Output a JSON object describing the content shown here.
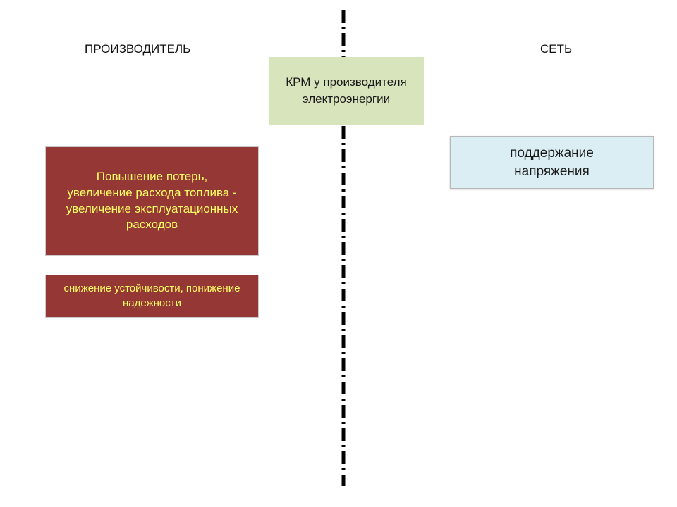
{
  "headings": {
    "left": "ПРОИЗВОДИТЕЛЬ",
    "right": "СЕТЬ"
  },
  "center_box": {
    "text": "КРМ у производителя электроэнергии",
    "color": "#d8e4bc"
  },
  "producer_boxes": [
    {
      "text": "Повышение потерь, увеличение расхода топлива - увеличение эксплуатационных расходов",
      "color": "#953735",
      "text_color": "#ffff66"
    },
    {
      "text": "снижение устойчивости, понижение надежности",
      "color": "#953735",
      "text_color": "#ffff66"
    }
  ],
  "grid_boxes": [
    {
      "text": "поддержание напряжения",
      "color": "#dbeef4"
    }
  ],
  "divider": {
    "style": "dash-dot",
    "color": "#000000"
  }
}
